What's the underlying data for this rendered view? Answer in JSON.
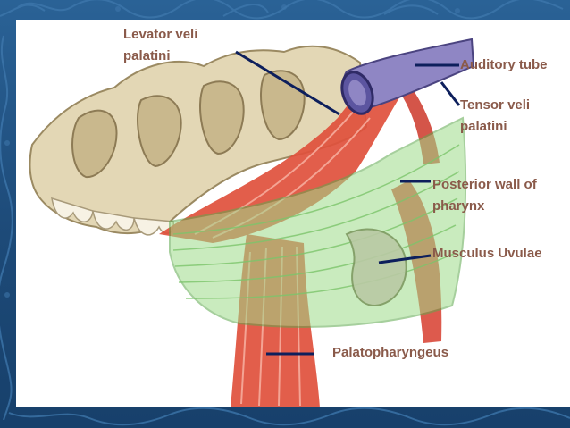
{
  "diagram": {
    "labels": {
      "levator_veli_palatini": "Levator veli\npalatini",
      "auditory_tube": "Auditory tube",
      "tensor_veli_palatini": "Tensor veli\npalatini",
      "posterior_wall_of_pharynx": "Posterior wall of\npharynx",
      "musculus_uvulae": "Musculus Uvulae",
      "palatopharyngeus": "Palatopharyngeus"
    },
    "colors": {
      "frame": "#1f4f7e",
      "panel": "#ffffff",
      "label_text": "#8a5a4a",
      "leader_line": "#0d1f5c",
      "muscle": "#e0503c",
      "bone": "#e3d7b5",
      "pharynx_wall": "#9ddc8a",
      "auditory_tube": "#8f86c4"
    }
  }
}
